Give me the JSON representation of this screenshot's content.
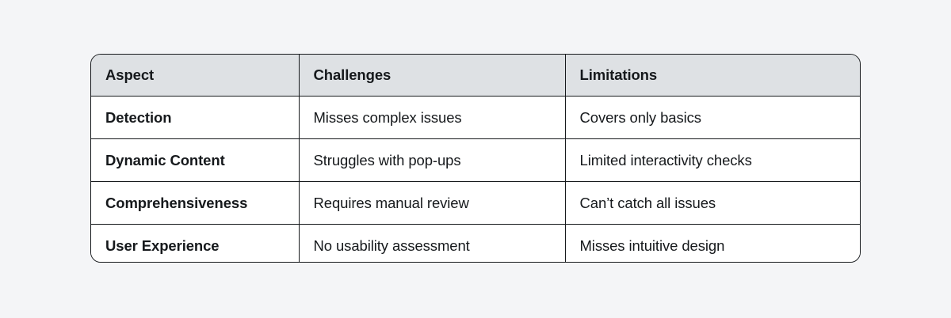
{
  "page": {
    "background_color": "#f4f5f7"
  },
  "table": {
    "name": "challenges-and-limitations-table",
    "border_color": "#16191c",
    "header_background": "#dee1e4",
    "body_background": "#ffffff",
    "text_color": "#16191c",
    "columns": [
      "Aspect",
      "Challenges",
      "Limitations"
    ],
    "rows": [
      {
        "aspect": "Detection",
        "challenges": "Misses complex issues",
        "limitations": "Covers only basics"
      },
      {
        "aspect": "Dynamic Content",
        "challenges": "Struggles with pop-ups",
        "limitations": "Limited interactivity checks"
      },
      {
        "aspect": "Comprehensiveness",
        "challenges": "Requires manual review",
        "limitations": "Can’t catch all issues"
      },
      {
        "aspect": "User Experience",
        "challenges": "No usability assessment",
        "limitations": "Misses intuitive design"
      }
    ]
  }
}
